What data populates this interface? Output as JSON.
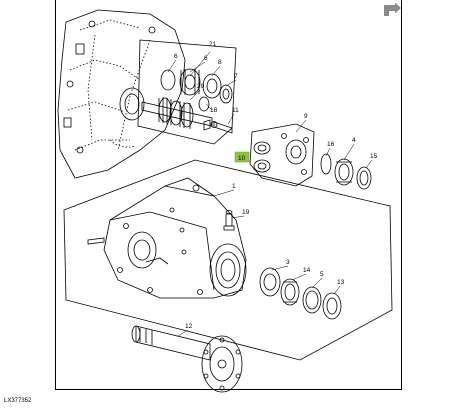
{
  "figure_id": "LX377352",
  "icons": {
    "nav": "corner-arrow-icon"
  },
  "colors": {
    "ink": "#000000",
    "highlight": "#8cc63f"
  },
  "callouts": {
    "c1": "1",
    "c3": "3",
    "c4": "4",
    "c5": "5",
    "c6": "6",
    "c7": "7",
    "c8": "8",
    "c9": "9",
    "c10": "10",
    "c11": "11",
    "c12": "12",
    "c13": "13",
    "c14": "14",
    "c15": "15",
    "c16": "16",
    "c18": "18",
    "c19": "19",
    "c20": "20",
    "c21": "21"
  }
}
